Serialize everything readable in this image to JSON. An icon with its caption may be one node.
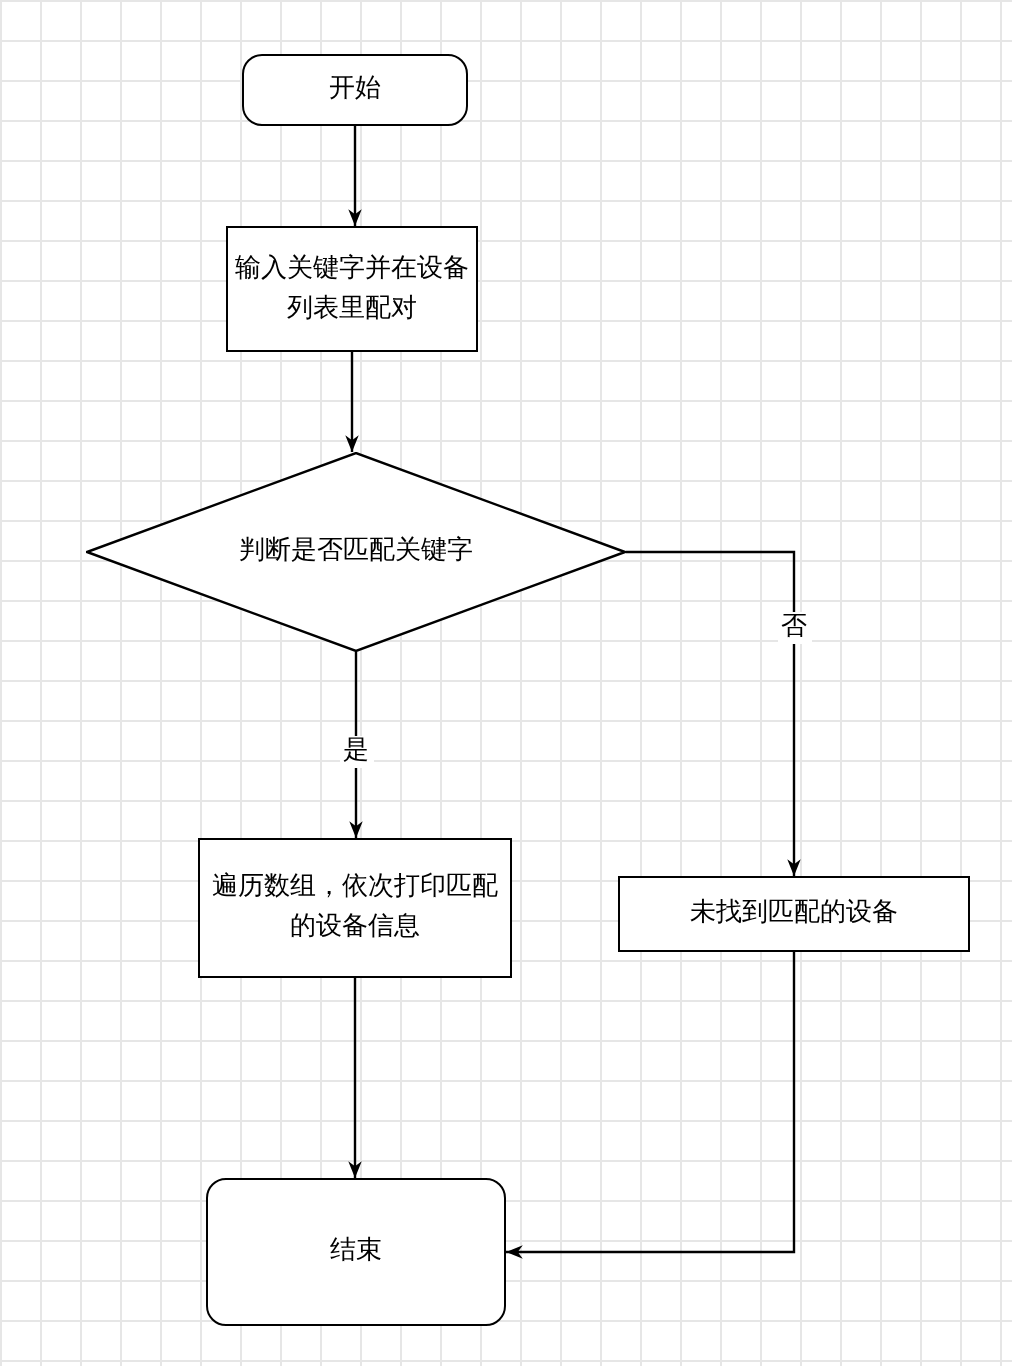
{
  "diagram": {
    "nodes": [
      {
        "text": [
          "开始"
        ]
      },
      {
        "text": [
          "输入关键字并在设备列表里配对"
        ]
      },
      {
        "text": [
          "判断是否匹配关键字"
        ]
      },
      {
        "text": [
          "遍历数组，依次打印匹配的设备信息"
        ]
      },
      {
        "text": [
          "未找到匹配的设备"
        ]
      },
      {
        "text": [
          "结束"
        ]
      }
    ],
    "edges": [
      {
        "from": 0,
        "to": 1,
        "arrow": "to"
      },
      {
        "from": 1,
        "to": 2,
        "arrow": "to"
      },
      {
        "from": 2,
        "to": 3,
        "arrow": "to",
        "label": "是"
      },
      {
        "from": 2,
        "to": 4,
        "arrow": "to",
        "label": "否"
      },
      {
        "from": 3,
        "to": 5,
        "arrow": "to"
      },
      {
        "from": 4,
        "to": 5,
        "arrow": "to"
      }
    ]
  }
}
